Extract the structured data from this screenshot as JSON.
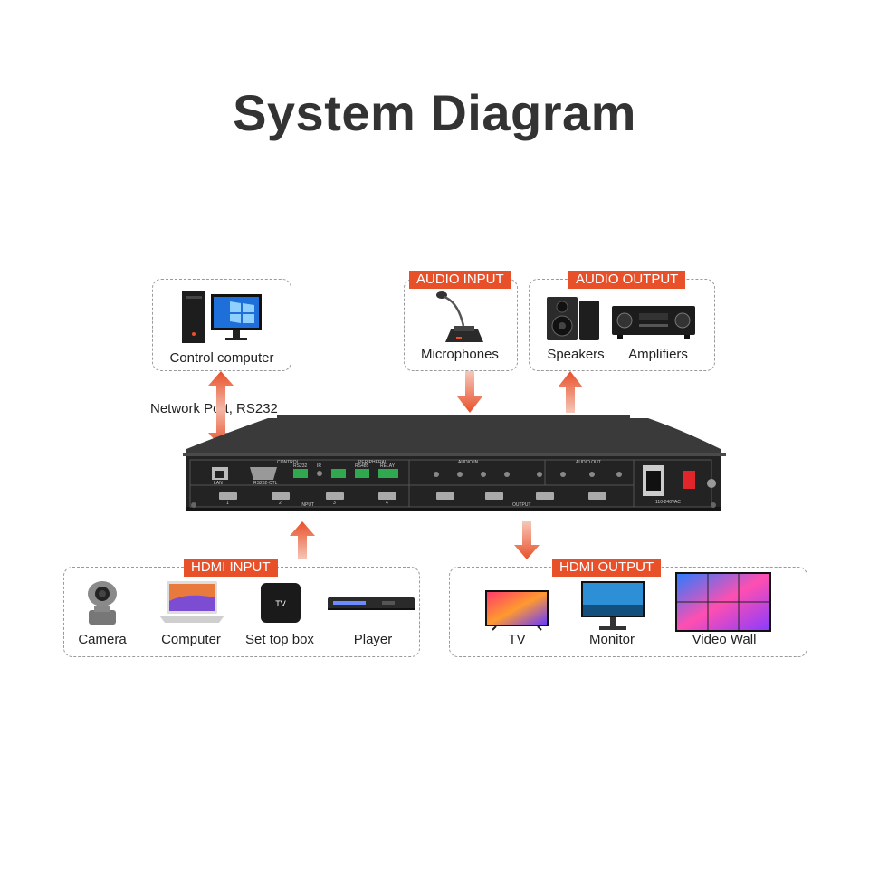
{
  "title": "System Diagram",
  "connection_label": "Network Port, RS232",
  "control": {
    "label": "Control computer"
  },
  "audio_input": {
    "tag": "AUDIO INPUT",
    "items": [
      "Microphones"
    ]
  },
  "audio_output": {
    "tag": "AUDIO OUTPUT",
    "items": [
      "Speakers",
      "Amplifiers"
    ]
  },
  "hdmi_input": {
    "tag": "HDMI INPUT",
    "items": [
      "Camera",
      "Computer",
      "Set top box",
      "Player"
    ]
  },
  "hdmi_output": {
    "tag": "HDMI OUTPUT",
    "items": [
      "TV",
      "Monitor",
      "Video Wall"
    ]
  },
  "device_panel": {
    "control": "CONTROL",
    "peripheral": "PERIPHERAL",
    "audio_in": "AUDIO IN",
    "audio_out": "AUDIO OUT",
    "lan": "LAN",
    "rs232_ctl": "RS232-CTL",
    "rs232": "RS232",
    "ir": "IR",
    "rs485": "RS485",
    "relay": "RELAY",
    "input": "INPUT",
    "output": "OUTPUT",
    "power": "110-240VAC",
    "port_numbers": [
      "1",
      "2",
      "3",
      "4"
    ]
  },
  "tv_icon_text": "TV",
  "colors": {
    "accent": "#e8502a",
    "device": "#2a2a2a",
    "arrow_top": "#e8502a"
  }
}
